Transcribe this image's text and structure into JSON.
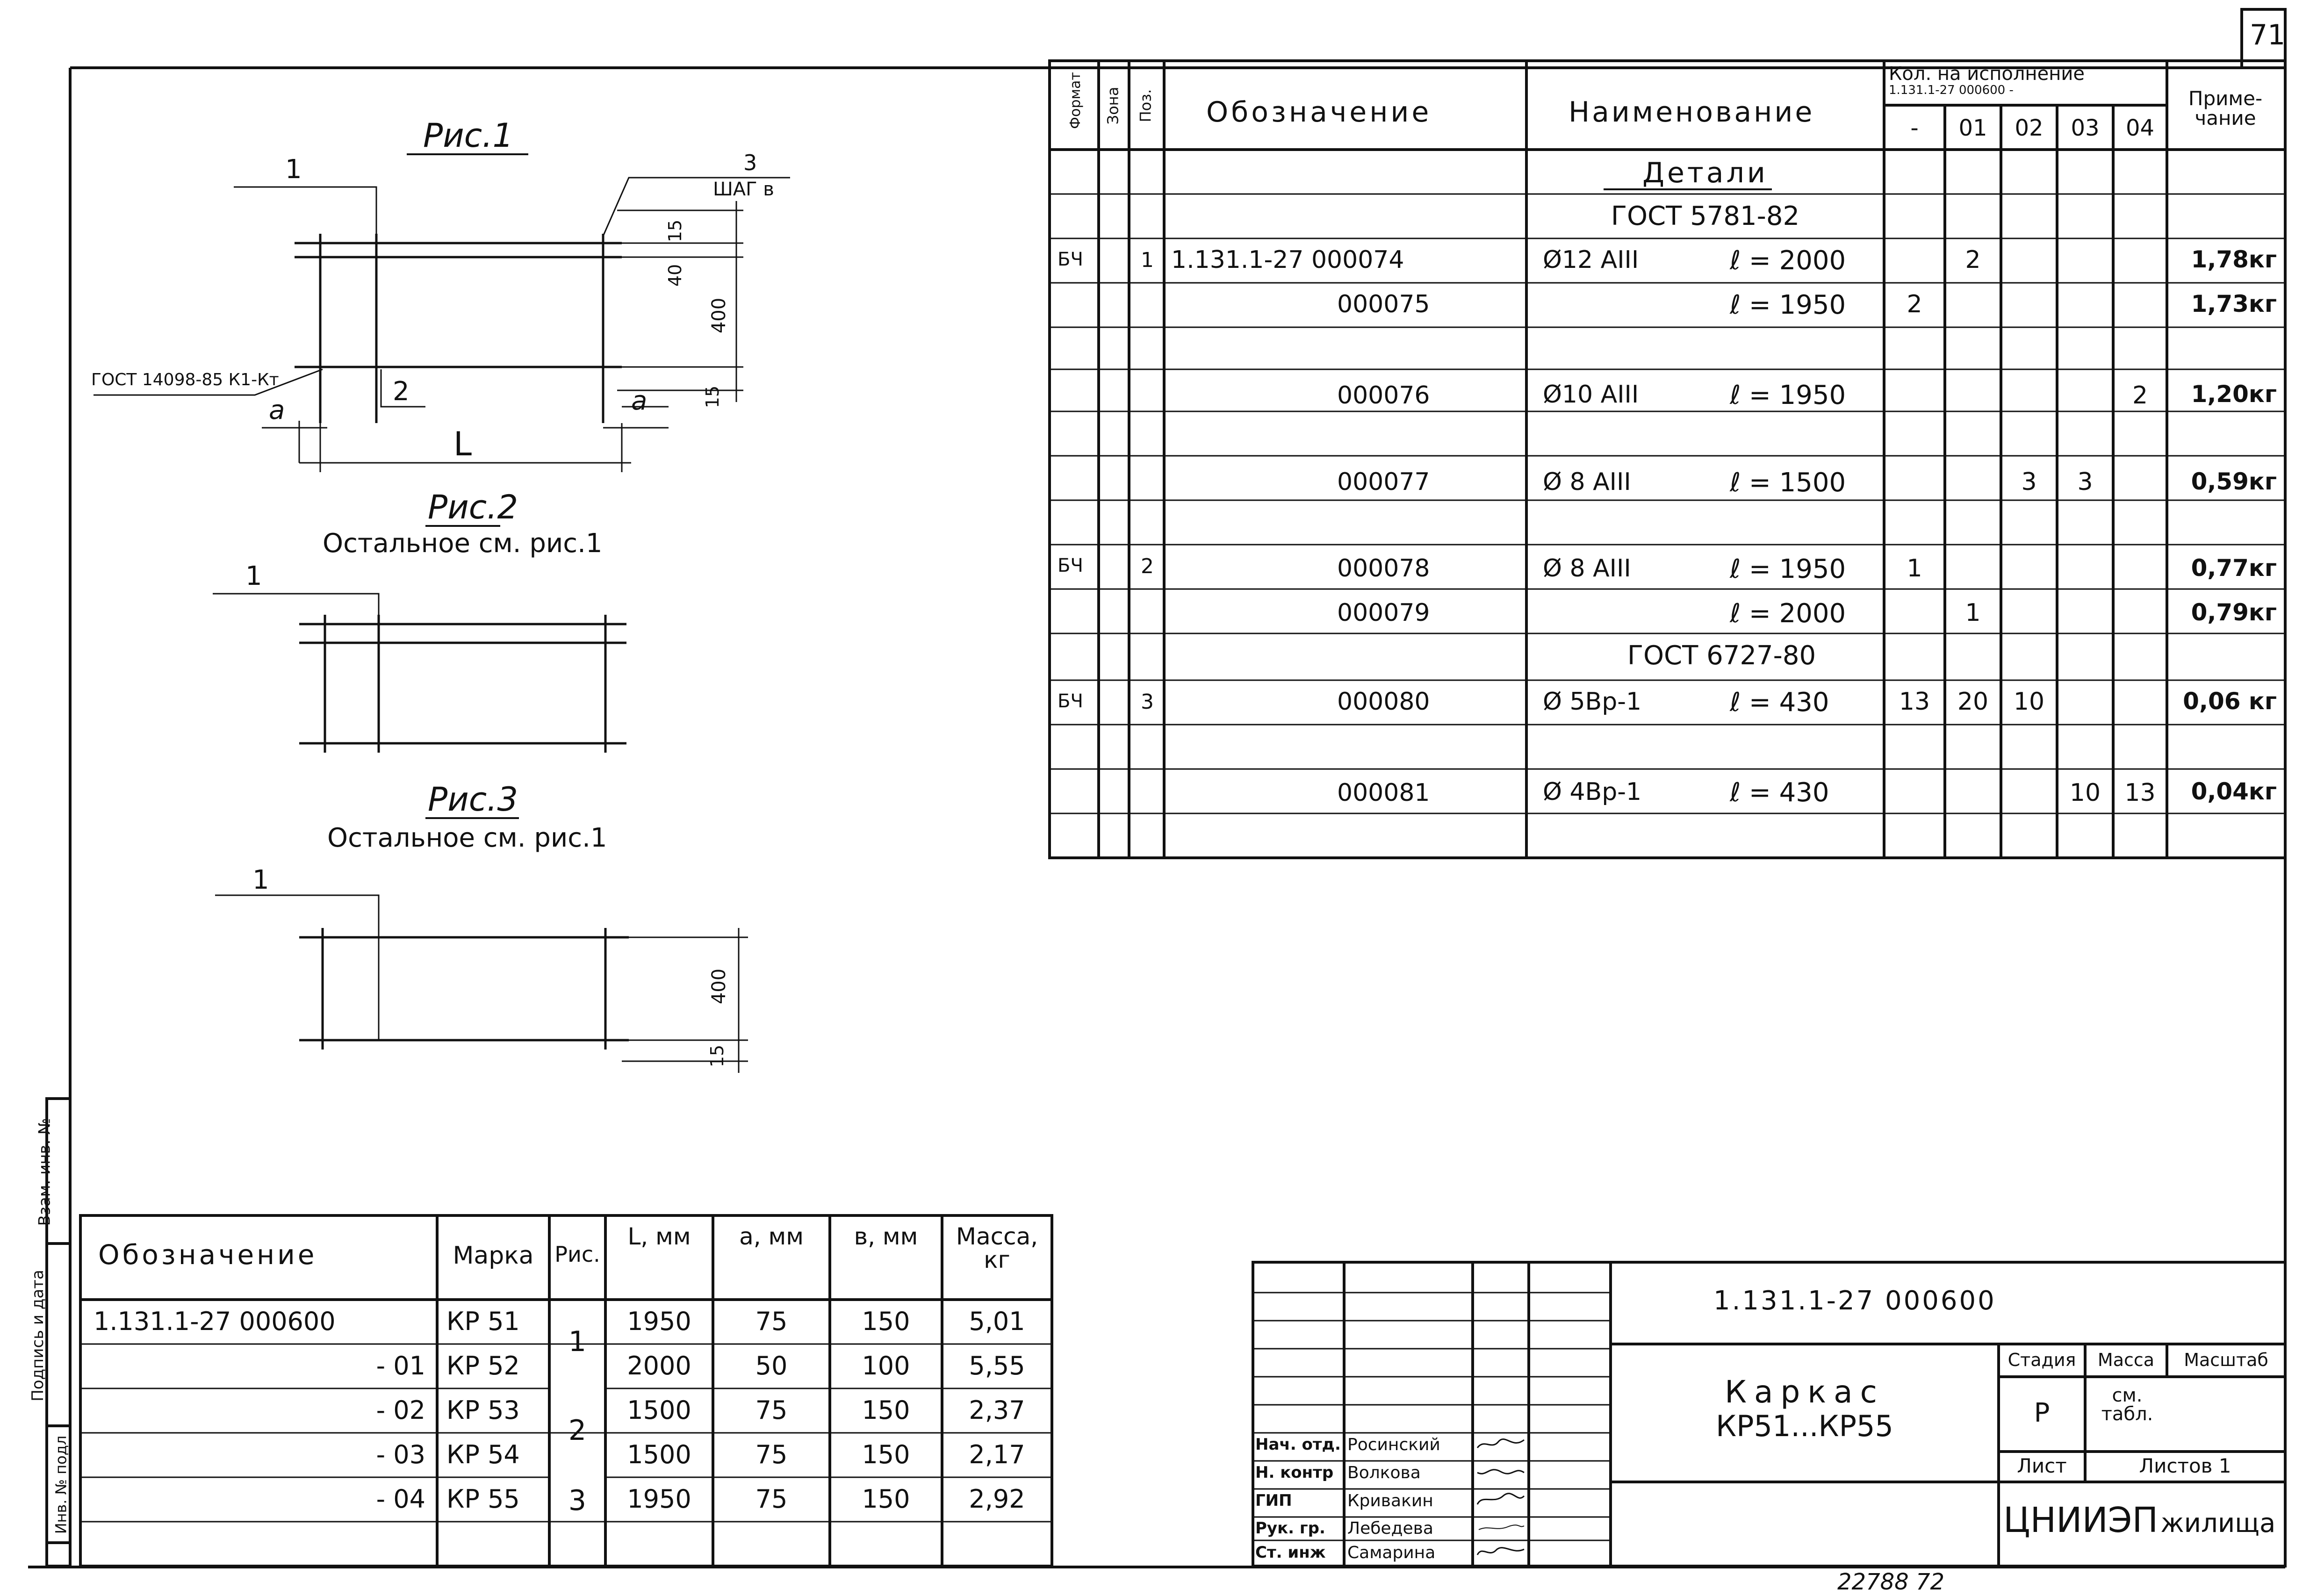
{
  "page_number": "71",
  "figures": {
    "fig1": {
      "title": "Рис.1",
      "label_1": "1",
      "label_2": "2",
      "label_3": "3",
      "step": "ШАГ в",
      "weld_note": "ГОСТ 14098-85 К1-Кт",
      "dim_a_left": "a",
      "dim_a_right": "a",
      "dim_L": "L",
      "dim_15_top": "15",
      "dim_40": "40",
      "dim_400": "400",
      "dim_15_bottom": "15"
    },
    "fig2": {
      "title": "Рис.2",
      "note": "Остальное см. рис.1",
      "label_1": "1"
    },
    "fig3": {
      "title": "Рис.3",
      "note": "Остальное см. рис.1",
      "label_1": "1",
      "dim_400": "400",
      "dim_15": "15"
    }
  },
  "spec": {
    "headers": {
      "format": "Формат",
      "zone": "Зона",
      "pos": "Поз.",
      "designation": "Обозначение",
      "name": "Наименование",
      "qty_top": "Кол. на исполнение",
      "qty_sub": "1.131.1-27 000600 -",
      "note": "Приме-чание"
    },
    "variants": [
      "-",
      "01",
      "02",
      "03",
      "04"
    ],
    "section": "Детали",
    "gost1": "ГОСТ 5781-82",
    "gost2": "ГОСТ 6727-80",
    "rows": [
      {
        "format": "БЧ",
        "pos": "1",
        "designation": "1.131.1-27  000074",
        "name": "Ø12 AIII",
        "length": "ℓ = 2000",
        "q": [
          "",
          "2",
          "",
          "",
          ""
        ],
        "note": "1,78кг"
      },
      {
        "format": "",
        "pos": "",
        "designation": "000075",
        "name": "",
        "length": "ℓ = 1950",
        "q": [
          "2",
          "",
          "",
          "",
          ""
        ],
        "note": "1,73кг"
      },
      {
        "format": "",
        "pos": "",
        "designation": "000076",
        "name": "Ø10 AIII",
        "length": "ℓ = 1950",
        "q": [
          "",
          "",
          "",
          "",
          "2"
        ],
        "note": "1,20кг"
      },
      {
        "format": "",
        "pos": "",
        "designation": "000077",
        "name": "Ø 8 AIII",
        "length": "ℓ = 1500",
        "q": [
          "",
          "",
          "3",
          "3",
          ""
        ],
        "note": "0,59кг"
      },
      {
        "format": "БЧ",
        "pos": "2",
        "designation": "000078",
        "name": "Ø 8 AIII",
        "length": "ℓ = 1950",
        "q": [
          "1",
          "",
          "",
          "",
          ""
        ],
        "note": "0,77кг"
      },
      {
        "format": "",
        "pos": "",
        "designation": "000079",
        "name": "",
        "length": "ℓ = 2000",
        "q": [
          "",
          "1",
          "",
          "",
          ""
        ],
        "note": "0,79кг"
      },
      {
        "format": "БЧ",
        "pos": "3",
        "designation": "000080",
        "name": "Ø 5Bp-1",
        "length": "ℓ = 430",
        "q": [
          "13",
          "20",
          "10",
          "",
          ""
        ],
        "note": "0,06 кг"
      },
      {
        "format": "",
        "pos": "",
        "designation": "000081",
        "name": "Ø 4Bp-1",
        "length": "ℓ = 430",
        "q": [
          "",
          "",
          "",
          "10",
          "13"
        ],
        "note": "0,04кг"
      }
    ]
  },
  "marks": {
    "headers": {
      "designation": "Обозначение",
      "mark": "Марка",
      "fig": "Рис.",
      "L": "L, мм",
      "a": "a, мм",
      "b": "в, мм",
      "mass": "Масса, кг"
    },
    "rows": [
      {
        "designation": "1.131.1-27 000600",
        "mark": "КР 51",
        "L": "1950",
        "a": "75",
        "b": "150",
        "mass": "5,01"
      },
      {
        "designation": "- 01",
        "mark": "КР 52",
        "L": "2000",
        "a": "50",
        "b": "100",
        "mass": "5,55"
      },
      {
        "designation": "- 02",
        "mark": "КР 53",
        "L": "1500",
        "a": "75",
        "b": "150",
        "mass": "2,37"
      },
      {
        "designation": "- 03",
        "mark": "КР 54",
        "L": "1500",
        "a": "75",
        "b": "150",
        "mass": "2,17"
      },
      {
        "designation": "- 04",
        "mark": "КР 55",
        "L": "1950",
        "a": "75",
        "b": "150",
        "mass": "2,92"
      }
    ],
    "fig_groups": [
      "1",
      "2",
      "3"
    ]
  },
  "title_block": {
    "code": "1.131.1-27     000600",
    "title": "Каркас",
    "subtitle": "КР51...КР55",
    "stage_label": "Стадия",
    "mass_label": "Масса",
    "scale_label": "Масштаб",
    "stage": "Р",
    "mass": "см. табл.",
    "sheet_label": "Лист",
    "sheets_label": "Листов 1",
    "org": "ЦНИИЭП",
    "org_suffix": "жилища",
    "people": [
      {
        "role": "Нач. отд.",
        "name": "Росинский"
      },
      {
        "role": "Н. контр",
        "name": "Волкова"
      },
      {
        "role": "ГИП",
        "name": "Кривакин"
      },
      {
        "role": "Рук. гр.",
        "name": "Лебедева"
      },
      {
        "role": "Ст. инж",
        "name": "Самарина"
      }
    ]
  },
  "side_stamp": {
    "inv_podl": "Инв. № подл",
    "podpis": "Подпись и дата",
    "vzam": "Взам. инв. №"
  },
  "footer": "22788   72"
}
